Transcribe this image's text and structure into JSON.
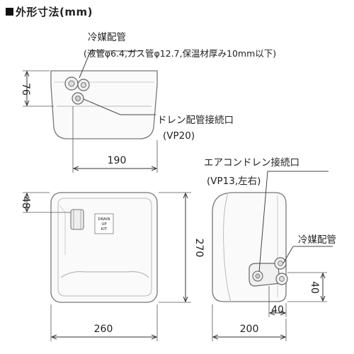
{
  "title": "外形寸法(mm)",
  "labels": {
    "refrigerant_pipe_top": "冷媒配管",
    "refrigerant_pipe_spec": "(液管φ6.4,ガス管φ12.7,保温材厚み10mm以下)",
    "drain_connection": "ドレン配管接続口",
    "drain_size": "(VP20)",
    "ac_drain_connection": "エアコンドレン接続口",
    "ac_drain_size": "(VP13,左右)",
    "refrigerant_pipe_side": "冷媒配管",
    "drain_up_kit_1": "DRAIN",
    "drain_up_kit_2": "UP",
    "drain_up_kit_3": "KIT"
  },
  "dimensions": {
    "top_height": "76",
    "top_width": "190",
    "front_top": "48",
    "front_height": "270",
    "front_width": "260",
    "side_width": "200",
    "side_offset_h": "40",
    "side_offset_v": "40"
  }
}
